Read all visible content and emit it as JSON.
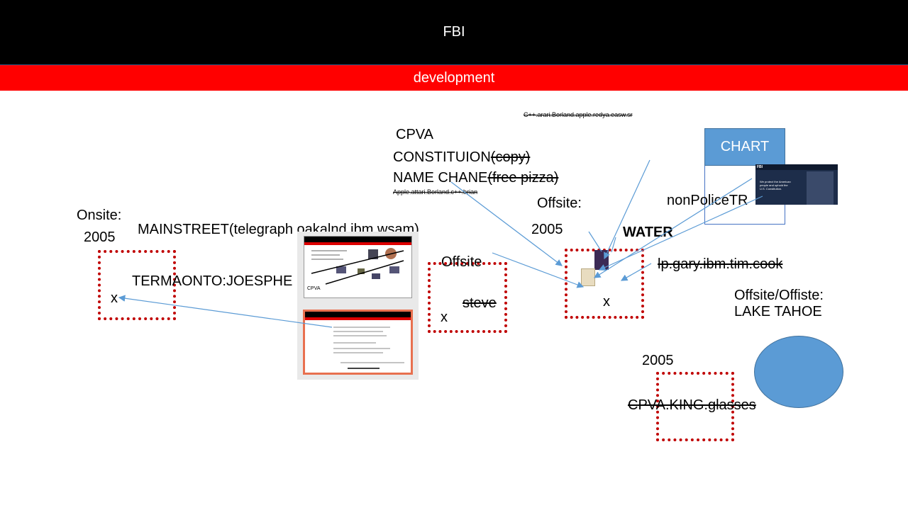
{
  "header": {
    "title": "FBI"
  },
  "subheader": {
    "label": "development"
  },
  "left": {
    "onsite": "Onsite:",
    "year": "2005",
    "mainstreet": "MAINSTREET(telegraph oakalnd ibm wsam)",
    "termaonto": "TERMAONTO:JOESPHE",
    "x_mark": "x"
  },
  "middle": {
    "cpva": "CPVA",
    "constitution": "CONSTITUION",
    "constitution_struck": "(copy)",
    "name_change": "NAME CHANE",
    "name_change_struck": "(free pizza)",
    "small_struck": "Apple.attari.Borland.c++.brian",
    "offsite": "Offsite",
    "steve": "steve",
    "x_mark": "x"
  },
  "top_struck": "C++.arari.Borland.apple.redya.easw.sr",
  "right_center": {
    "offsite": "Offsite:",
    "year": "2005",
    "water": "WATER",
    "lp_struck": "lp.gary.ibm.tim.cook",
    "x_mark": "x"
  },
  "right": {
    "chart_label": "CHART",
    "nonpolice": "nonPoliceTR",
    "offsite_lake": "Offsite/Offiste:",
    "lake": "LAKE TAHOE",
    "year": "2005",
    "cpva_king": "CPVA.KING.glasses"
  },
  "thumbnail_fbi_site": {
    "brand": "FBI",
    "text": "We protect the American people and uphold the U.S. Constitution."
  },
  "thumbnail_slide": {
    "label": "CPVA"
  },
  "colors": {
    "header_bg": "#000000",
    "subheader_bg": "#ff0000",
    "dotted_border": "#c00000",
    "arrow": "#5b9bd5",
    "chart_fill": "#5b9bd5"
  }
}
